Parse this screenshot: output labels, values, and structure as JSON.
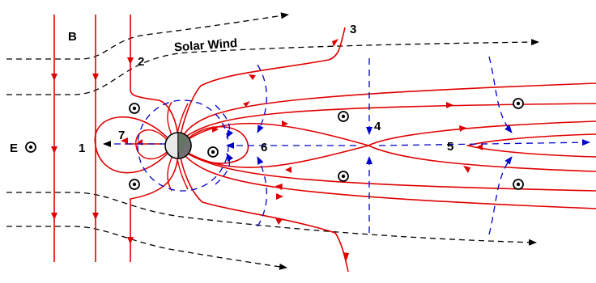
{
  "labels": {
    "b": "B",
    "e": "E",
    "solar_wind": "Solar Wind",
    "n1": "1",
    "n2": "2",
    "n3": "3",
    "n4": "4",
    "n5": "5",
    "n6": "6",
    "n7": "7"
  },
  "colors": {
    "field_line": "#e00000",
    "flow": "#0000cc",
    "solar_wind_stream": "#000000",
    "earth_day": "#e8e8e8",
    "earth_night": "#707070"
  },
  "icons": {
    "out_of_page": "circle-dot-icon"
  }
}
